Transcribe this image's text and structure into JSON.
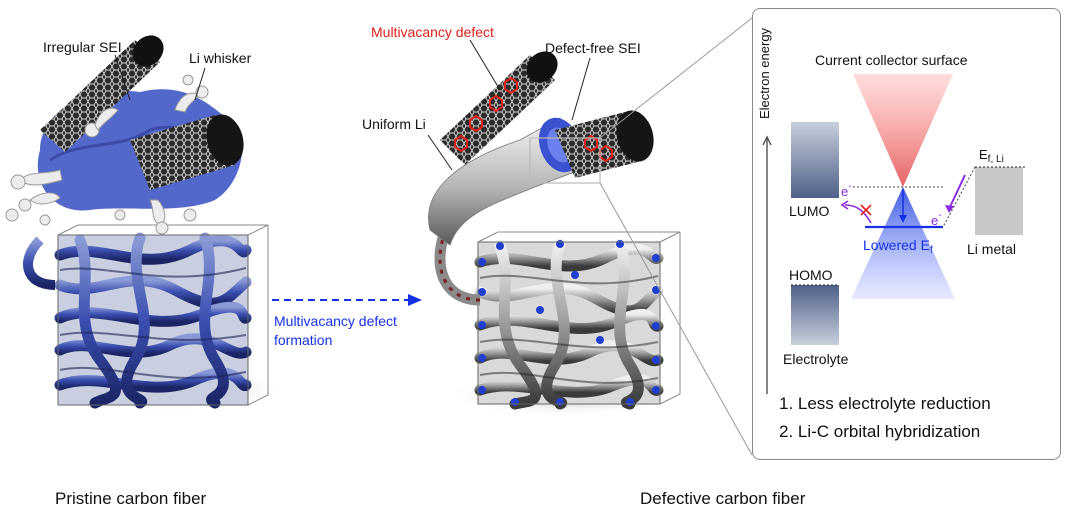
{
  "left": {
    "caption": "Pristine carbon fiber",
    "labels": {
      "irregular_sei": "Irregular SEI",
      "li_whisker": "Li whisker"
    }
  },
  "arrow": {
    "line1": "Multivacancy defect",
    "line2": "formation"
  },
  "middle": {
    "caption": "Defective carbon fiber",
    "labels": {
      "multivacancy": "Multivacancy defect",
      "defect_free_sei": "Defect-free SEI",
      "uniform_li": "Uniform Li"
    }
  },
  "panel": {
    "y_axis": "Electron energy",
    "collector": "Current collector surface",
    "lumo": "LUMO",
    "homo": "HOMO",
    "electrolyte": "Electrolyte",
    "e_minus": "e",
    "e_minus_sup": "-",
    "lowered": "Lowered E",
    "lowered_sub": "f",
    "ef": "E",
    "ef_sub": "f, Li",
    "li_metal": "Li metal",
    "conclusions": [
      "1. Less electrolyte reduction",
      "2. Li-C orbital hybridization"
    ]
  },
  "colors": {
    "red": "#e0211b",
    "blue": "#1630e6",
    "fiber_blue": "#3a4fb0",
    "sei_blue": "#4a60c8",
    "lumo_grey": "#5d6f92",
    "li_metal_grey": "#c8c8c8"
  }
}
